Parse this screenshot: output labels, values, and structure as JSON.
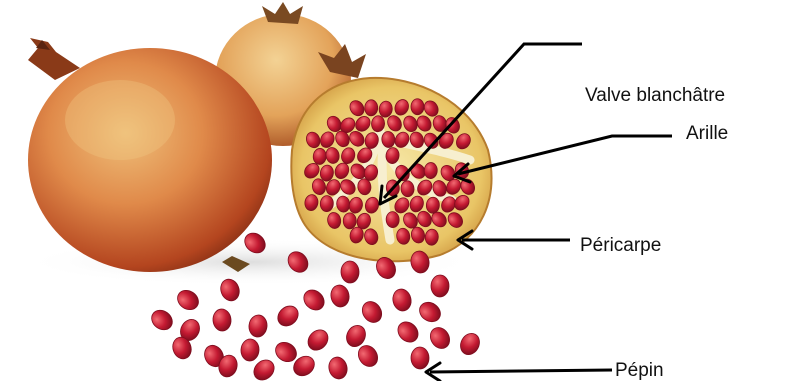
{
  "labels": {
    "valve": "Valve blanchâtre",
    "arille": "Arille",
    "pericarpe": "Péricarpe",
    "pepin": "Pépin"
  },
  "colors": {
    "fruit_skin": "#d9703a",
    "fruit_highlight": "#e9b46a",
    "pith": "#f0dc86",
    "aril": "#c41a32",
    "aril_dark": "#8c0f22",
    "line": "#000000"
  }
}
